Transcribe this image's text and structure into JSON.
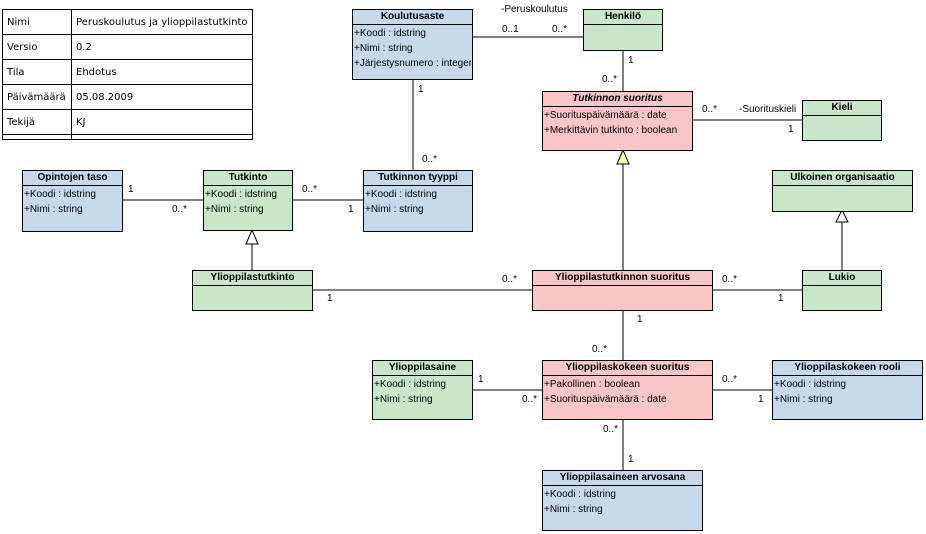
{
  "meta": [
    {
      "key": "Nimi",
      "value": "Peruskoulutus ja ylioppilastutkinto"
    },
    {
      "key": "Versio",
      "value": "0.2"
    },
    {
      "key": "Tila",
      "value": "Ehdotus"
    },
    {
      "key": "Päivämäärä",
      "value": "05.08.2009"
    },
    {
      "key": "Tekijä",
      "value": "KJ"
    }
  ],
  "classes": {
    "koulutusaste": {
      "title": "Koulutusaste",
      "attrs": [
        "+Koodi : idstring",
        "+Nimi : string",
        "+Järjestysnumero : integer"
      ],
      "color": "#c6d9ec"
    },
    "henkilo": {
      "title": "Henkilö",
      "attrs": [],
      "color": "#c8e6c9"
    },
    "tutkinnon_suoritus": {
      "title": "Tutkinnon suoritus",
      "attrs": [
        "+Suorituspäivämäärä : date",
        "+Merkittävin tutkinto : boolean"
      ],
      "color": "#f8c6c6"
    },
    "kieli": {
      "title": "Kieli",
      "attrs": [],
      "color": "#c8e6c9"
    },
    "opintojen_taso": {
      "title": "Opintojen taso",
      "attrs": [
        "+Koodi : idstring",
        "+Nimi : string"
      ],
      "color": "#c6d9ec"
    },
    "tutkinto": {
      "title": "Tutkinto",
      "attrs": [
        "+Koodi : idstring",
        "+Nimi : string"
      ],
      "color": "#c8e6c9"
    },
    "tutkinnon_tyyppi": {
      "title": "Tutkinnon tyyppi",
      "attrs": [
        "+Koodi : idstring",
        "+Nimi : string"
      ],
      "color": "#c6d9ec"
    },
    "ulkoinen_organisaatio": {
      "title": "Ulkoinen organisaatio",
      "attrs": [],
      "color": "#c8e6c9"
    },
    "ylioppilastutkinto": {
      "title": "Ylioppilastutkinto",
      "attrs": [],
      "color": "#c8e6c9"
    },
    "ylioppilastutkinnon_suoritus": {
      "title": "Ylioppilastutkinnon suoritus",
      "attrs": [],
      "color": "#f8c6c6"
    },
    "lukio": {
      "title": "Lukio",
      "attrs": [],
      "color": "#c8e6c9"
    },
    "ylioppilasaine": {
      "title": "Ylioppilasaine",
      "attrs": [
        "+Koodi : idstring",
        "+Nimi : string"
      ],
      "color": "#c8e6c9"
    },
    "ylioppilaskokeen_suoritus": {
      "title": "Ylioppilaskokeen suoritus",
      "attrs": [
        "+Pakollinen : boolean",
        "+Suorituspäivämäärä : date"
      ],
      "color": "#f8c6c6"
    },
    "ylioppilaskokeen_rooli": {
      "title": "Ylioppilaskokeen rooli",
      "attrs": [
        "+Koodi : idstring",
        "+Nimi : string"
      ],
      "color": "#c6d9ec"
    },
    "ylioppilasaineen_arvosana": {
      "title": "Ylioppilasaineen arvosana",
      "attrs": [
        "+Koodi : idstring",
        "+Nimi : string"
      ],
      "color": "#c6d9ec"
    }
  },
  "labels": {
    "peruskoulutus": "-Peruskoulutus",
    "suorituskieli": "-Suorituskieli",
    "ka_henkilo_ka": "0..1",
    "ka_henkilo_he": "0..*",
    "he_ts_he": "1",
    "he_ts_ts": "0..*",
    "ts_kieli_ts": "0..*",
    "ts_kieli_k": "1",
    "ka_tt_ka": "1",
    "ka_tt_tt": "0..*",
    "ot_tu_ot": "1",
    "ot_tu_tu": "0..*",
    "tu_tt_tu": "0..*",
    "tu_tt_tt": "1",
    "yt_yts_yt": "1",
    "yt_yts_yts": "0..*",
    "yts_lu_yts": "0..*",
    "yts_lu_lu": "1",
    "yts_yks_yts": "1",
    "yts_yks_yks": "0..*",
    "ya_yks_ya": "1",
    "ya_yks_yks": "0..*",
    "yks_yr_yks": "0..*",
    "yks_yr_yr": "1",
    "yks_yaa_yks": "0..*",
    "yks_yaa_yaa": "1"
  }
}
